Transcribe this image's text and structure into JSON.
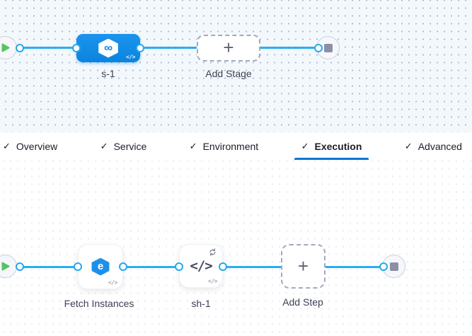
{
  "stage_canvas": {
    "start_node": {
      "icon": "play-icon"
    },
    "stage_node": {
      "label": "s-1",
      "infinity_glyph": "∞",
      "code_badge": "</>"
    },
    "add_stage": {
      "label": "Add Stage",
      "plus_glyph": "+"
    },
    "end_node": {
      "icon": "stop-icon"
    }
  },
  "tab_bar": {
    "check_glyph": "✓",
    "tabs": [
      {
        "label": "Overview",
        "completed": true,
        "active": false
      },
      {
        "label": "Service",
        "completed": true,
        "active": false
      },
      {
        "label": "Environment",
        "completed": true,
        "active": false
      },
      {
        "label": "Execution",
        "completed": true,
        "active": true
      },
      {
        "label": "Advanced",
        "completed": true,
        "active": false
      }
    ]
  },
  "execution_canvas": {
    "start_node": {
      "icon": "play-icon"
    },
    "steps": [
      {
        "label": "Fetch Instances",
        "icon_glyph": "e",
        "code_badge": "</>"
      },
      {
        "label": "sh-1",
        "icon_glyph": "</>",
        "code_badge": "</>",
        "has_loop_badge": true
      }
    ],
    "add_step": {
      "label": "Add Step",
      "plus_glyph": "+"
    },
    "end_node": {
      "icon": "stop-icon"
    }
  },
  "colors": {
    "accent_blue": "#0278d5",
    "stage_node_blue": "#0d8ce6",
    "edge_blue": "#29adf0",
    "play_green": "#54c35e",
    "canvas_top_bg": "#f3f8fc"
  }
}
